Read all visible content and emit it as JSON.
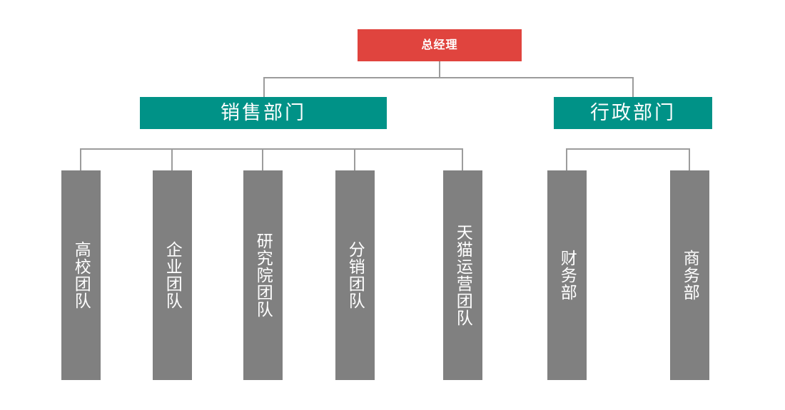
{
  "diagram": {
    "type": "organization-chart",
    "title_text": "",
    "colors": {
      "root": "#e0443e",
      "department": "#009287",
      "team": "#808080",
      "connector": "#9c9c9c",
      "label": "#ffffff",
      "background": "#ffffff"
    },
    "root": {
      "label": "总经理",
      "level": 1
    },
    "departments": [
      {
        "id": "sales",
        "label": "销售部门",
        "level": 2,
        "teams": [
          {
            "id": "university-team",
            "label": "高校团队"
          },
          {
            "id": "enterprise-team",
            "label": "企业团队"
          },
          {
            "id": "research-institute-team",
            "label": "研究院团队"
          },
          {
            "id": "distribution-team",
            "label": "分销团队"
          },
          {
            "id": "tmall-operations-team",
            "label": "天猫运营团队"
          }
        ]
      },
      {
        "id": "administration",
        "label": "行政部门",
        "level": 2,
        "teams": [
          {
            "id": "finance-department",
            "label": "财务部"
          },
          {
            "id": "business-department",
            "label": "商务部"
          }
        ]
      }
    ]
  }
}
